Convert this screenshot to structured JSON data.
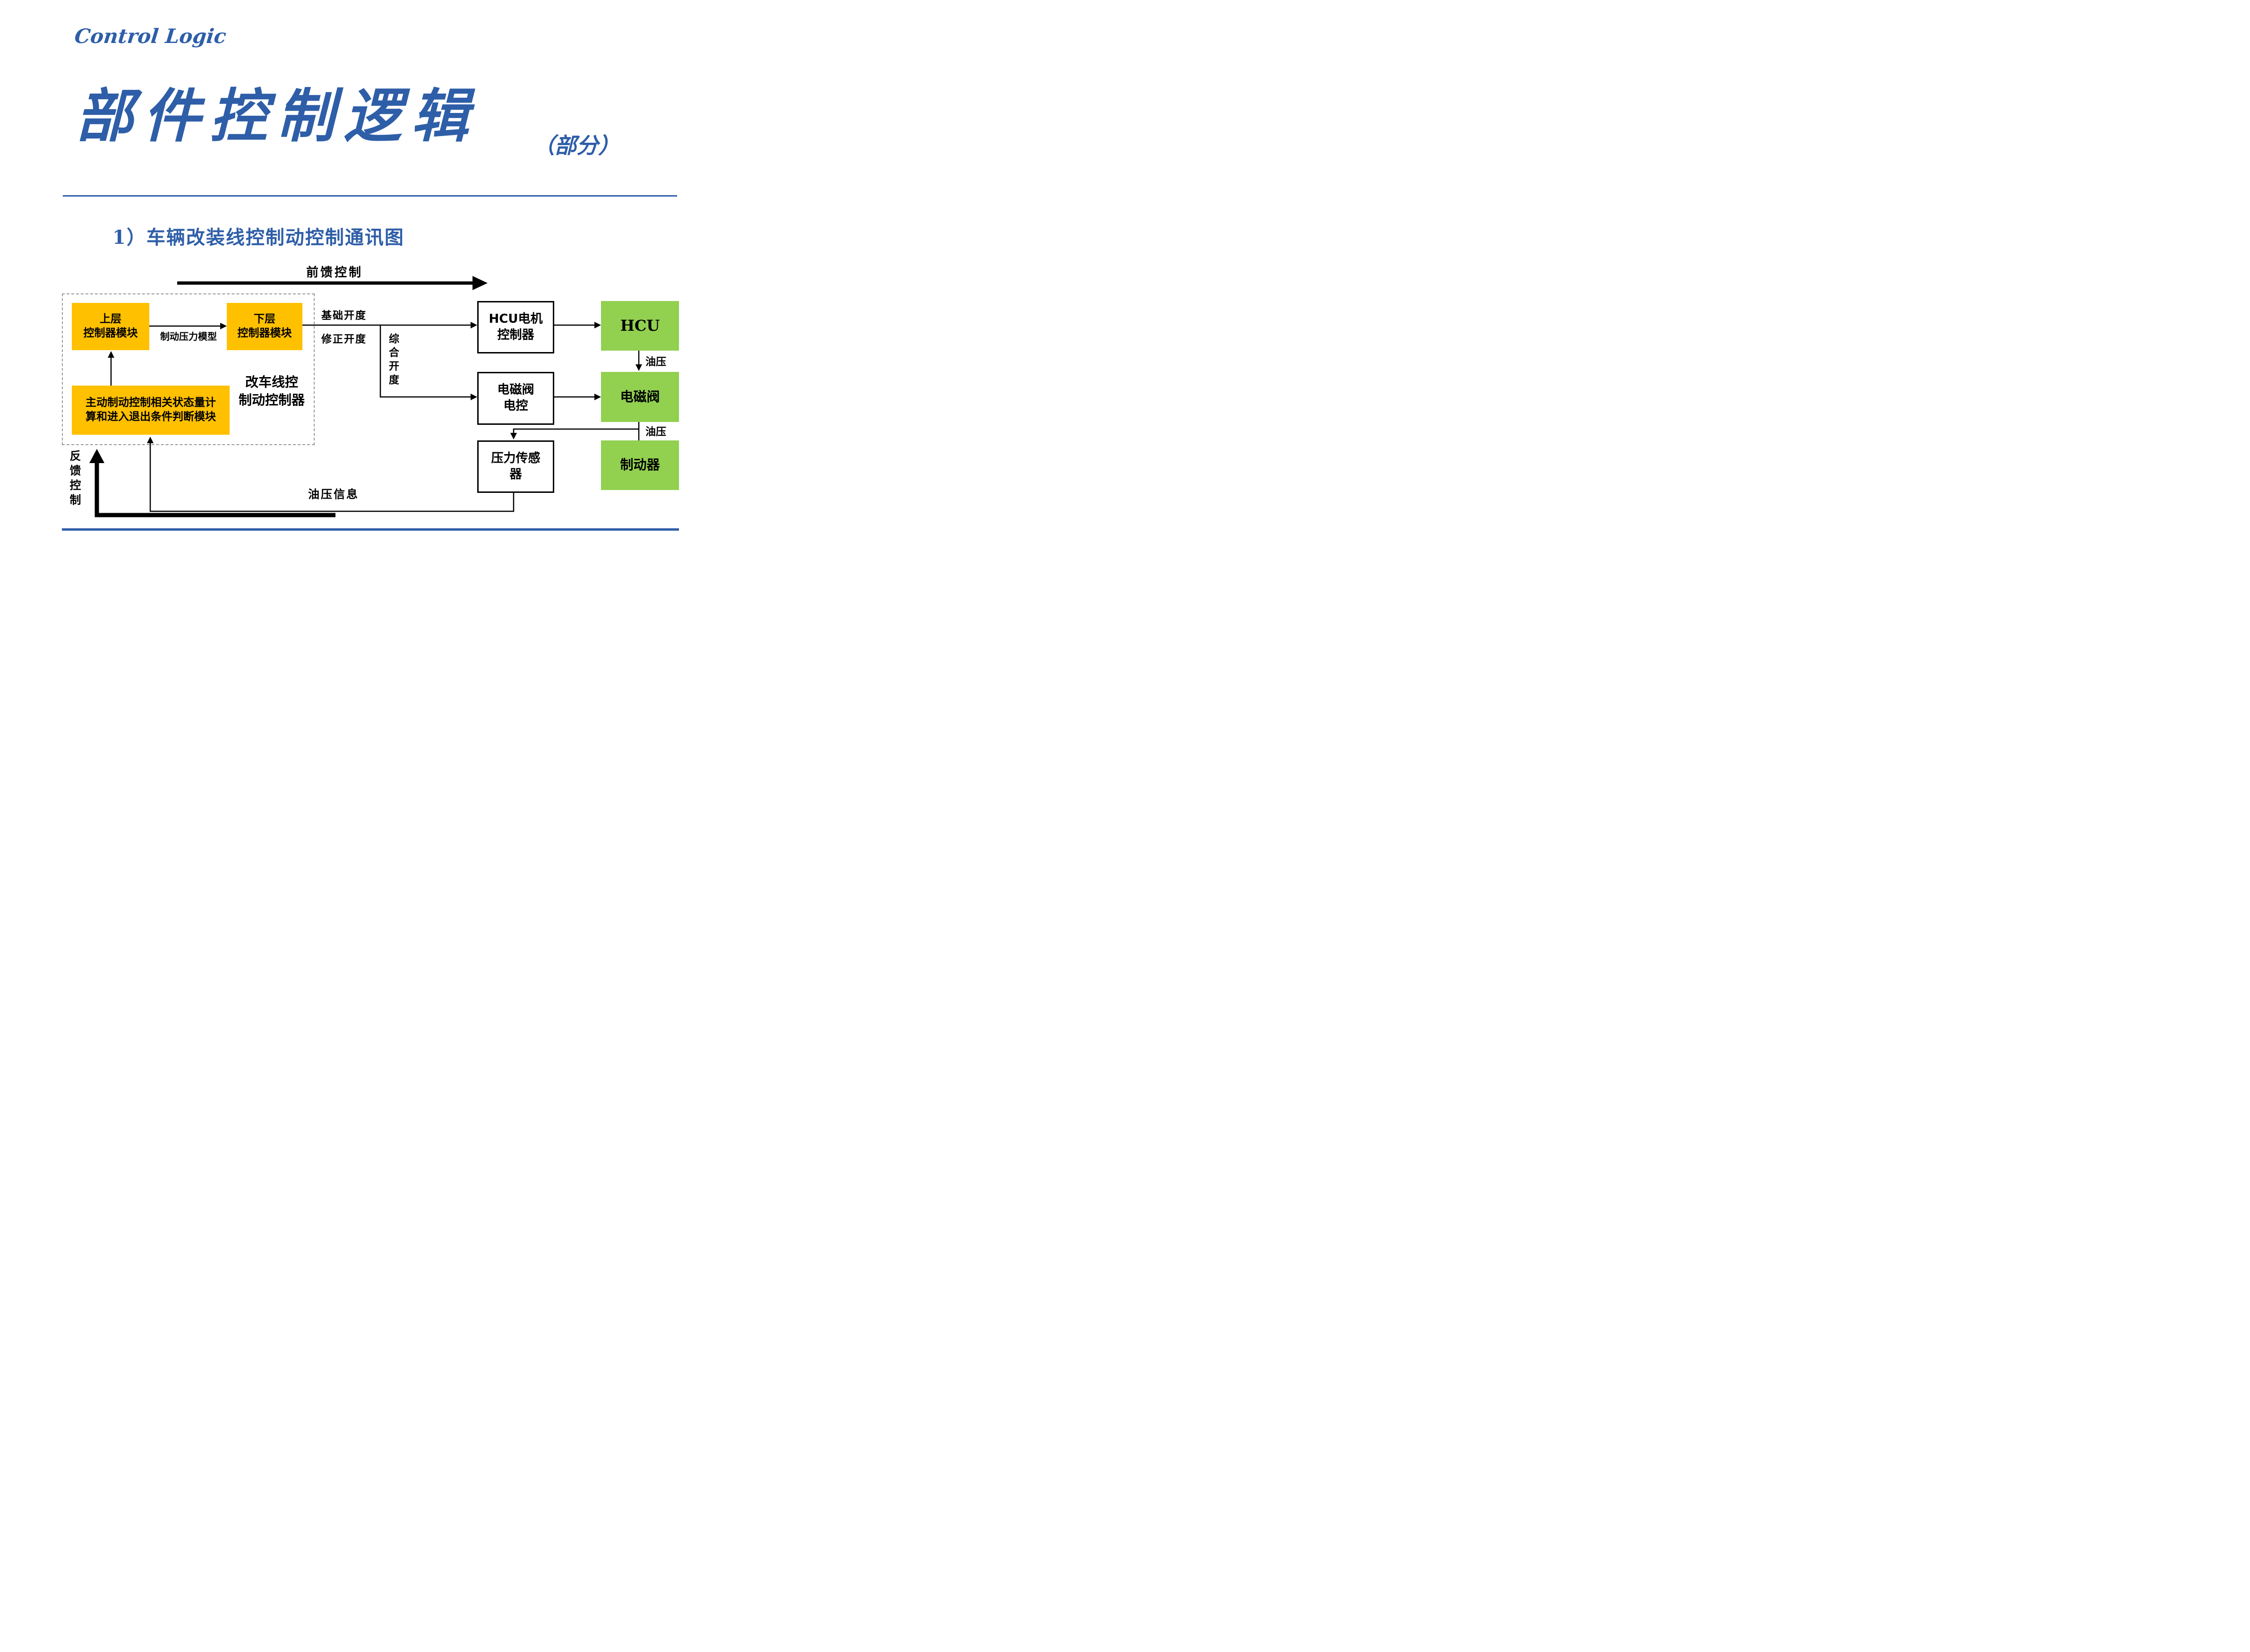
{
  "header": {
    "eyebrow": "Control Logic",
    "title": "部件控制逻辑",
    "title_suffix": "（部分）"
  },
  "section": {
    "heading": "1）车辆改装线控制动控制通讯图"
  },
  "diagram": {
    "feedforward_label": "前馈控制",
    "feedback_label": "反馈控制",
    "upper_controller": "上层\n控制器模块",
    "brake_pressure_model": "制动压力模型",
    "lower_controller": "下层\n控制器模块",
    "active_module": "主动制动控制相关状态量计\n算和进入退出条件判断模块",
    "wire_controller_label": "改车线控\n制动控制器",
    "base_opening": "基础开度",
    "corrected_opening": "修正开度",
    "combined_opening": "综合开度",
    "hcu_motor_controller": "HCU电机\n控制器",
    "hcu": "HCU",
    "solenoid_ecu": "电磁阀\n电控",
    "solenoid_valve": "电磁阀",
    "pressure_sensor": "压力传感\n器",
    "brake": "制动器",
    "oil_pressure_top": "油压",
    "oil_pressure_bottom": "油压",
    "oil_pressure_info": "油压信息",
    "colors": {
      "module_orange": "#FFC000",
      "component_green": "#92D050",
      "accent_blue": "#2E5EA8"
    }
  }
}
